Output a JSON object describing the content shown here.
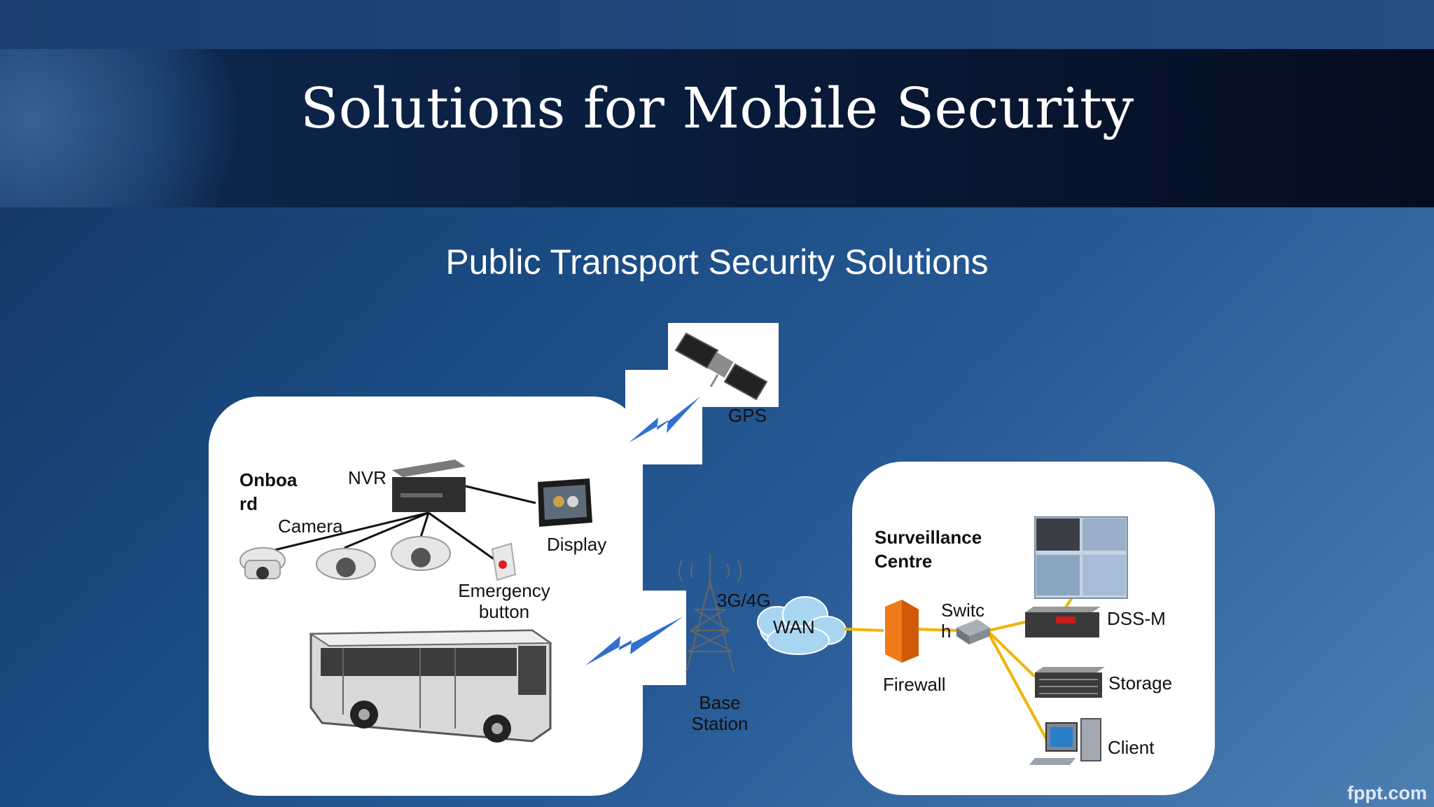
{
  "title": "Solutions for Mobile Security",
  "subtitle": "Public Transport Security Solutions",
  "onboard": {
    "heading_line1": "Onboa",
    "heading_line2": "rd",
    "nvr": "NVR",
    "camera": "Camera",
    "display": "Display",
    "emergency_line1": "Emergency",
    "emergency_line2": "button"
  },
  "gps": "GPS",
  "network": {
    "band": "3G/4G",
    "wan": "WAN",
    "base_line1": "Base",
    "base_line2": "Station"
  },
  "centre": {
    "heading_line1": "Surveillance",
    "heading_line2": "Centre",
    "switch_line1": "Switc",
    "switch_line2": "h",
    "firewall": "Firewall",
    "dss": "DSS-M",
    "storage": "Storage",
    "client": "Client"
  },
  "watermark": "fppt.com",
  "colors": {
    "link": "#f0b400",
    "signal": "#2f6fd0",
    "panel": "#ffffff"
  }
}
